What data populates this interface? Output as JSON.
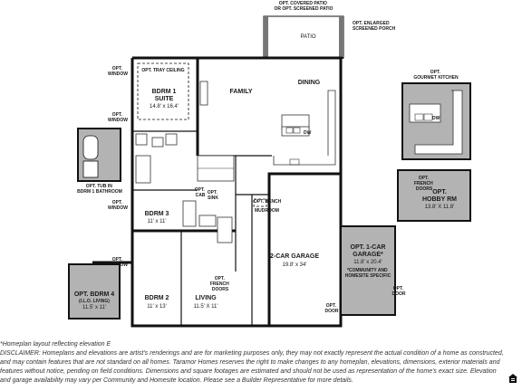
{
  "rooms": {
    "patio": "PATIO",
    "opt_covered_patio": "OPT. COVERED PATIO\nOR OPT. SCREENED PATIO",
    "opt_enlarged_porch": "OPT. ENLARGED\nSCREENED PORCH",
    "opt_tray_ceiling": "OPT. TRAY CEILING",
    "bdrm1_name": "BDRM 1",
    "bdrm1_name2": "SUITE",
    "bdrm1_dim": "14.8' x 16.4'",
    "family": "FAMILY",
    "dining": "DINING",
    "opt_window_1": "OPT.\nWINDOW",
    "opt_window_2": "OPT.\nWINDOW",
    "opt_window_3": "OPT.\nWINDOW",
    "opt_window_4": "OPT.\nWINDOW",
    "opt_tub": "OPT. TUB IN\nBDRM 1 BATHROOM",
    "bdrm3_name": "BDRM 3",
    "bdrm3_dim": "11' x 11'",
    "opt_cab": "OPT.\nCAB",
    "opt_sink": "OPT.\nSINK",
    "opt_bench": "OPT. BENCH",
    "mudroom": "MUDROOM",
    "garage_name": "2-CAR GARAGE",
    "garage_dim": "19.8' x 34'",
    "opt_1car_name": "OPT. 1-CAR",
    "opt_1car_name2": "GARAGE*",
    "opt_1car_dim": "11.8' x 20.4'",
    "opt_1car_note": "*COMMUNITY AND\nHOMESITE SPECIFIC",
    "opt_door_garage": "OPT.\nDOOR",
    "opt_door_1car": "OPT.\nDOOR",
    "opt_french_1": "OPT.\nFRENCH\nDOORS",
    "opt_french_2": "OPT.\nFRENCH\nDOORS",
    "opt_bdrm4_name": "OPT. BDRM 4",
    "opt_bdrm4_sub": "(I.L.O. LIVING)",
    "opt_bdrm4_dim": "11.5' x 11'",
    "bdrm2_name": "BDRM 2",
    "bdrm2_dim": "11' x 13'",
    "living_name": "LIVING",
    "living_dim": "11.5' X 11'",
    "gourmet_kitchen": "OPT.\nGOURMET KITCHEN",
    "hobby_name": "OPT.",
    "hobby_name2": "HOBBY RM",
    "hobby_dim": "13.8' X 11.8'",
    "dw": "DW",
    "dw2": "DW"
  },
  "footer": {
    "layout_note": "*Homeplan layout reflecting elevation E",
    "disclaimer": "DISCLAIMER: Homeplans and elevations are artist's renderings and are for marketing purposes only, they may not exactly represent the actual condition of a home as constructed, and may contain features that are not standard on all homes. Taramor Homes reserves the right to make changes to any homeplan, elevations, dimensions, exterior materials and features without notice, pending on field conditions. Dimensions and square footages are estimated and should not be used as representation of the home's exact size. Elevation and garage availability may vary per Community and Homesite location. Please see a Builder Representative for more details."
  },
  "colors": {
    "option_gray": "#b3b3b3",
    "wall": "#111111",
    "bg": "#ffffff"
  },
  "icons": {
    "logo": "equal-housing-opportunity-icon"
  }
}
